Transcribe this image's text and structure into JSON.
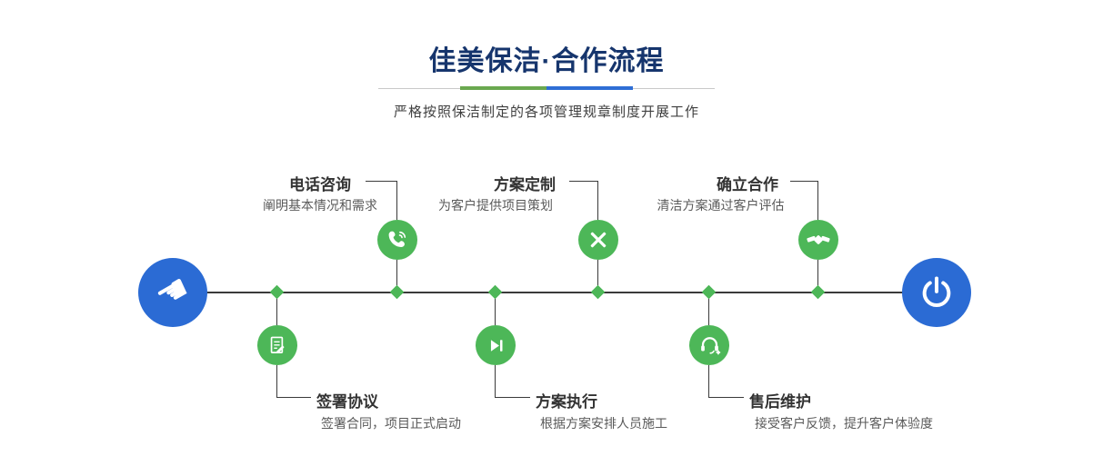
{
  "header": {
    "title": "佳美保洁·合作流程",
    "subtitle": "严格按照保洁制定的各项管理规章制度开展工作",
    "divider_colors": {
      "green": "#6aa84f",
      "blue": "#2e6ed5",
      "gray": "#c9c9c9"
    }
  },
  "flow": {
    "line_color": "#3a3a3a",
    "node_color": "#4db758",
    "endpoint_color": "#2b6bd4",
    "start": {
      "icon": "hand-pointer-icon"
    },
    "end": {
      "icon": "power-icon"
    },
    "steps_top": [
      {
        "title": "电话咨询",
        "desc": "阐明基本情况和需求",
        "icon": "phone-icon"
      },
      {
        "title": "方案定制",
        "desc": "为客户提供项目策划",
        "icon": "design-icon"
      },
      {
        "title": "确立合作",
        "desc": "清洁方案通过客户评估",
        "icon": "handshake-icon"
      }
    ],
    "steps_bottom": [
      {
        "title": "签署协议",
        "desc": "签署合同，项目正式启动",
        "icon": "contract-icon"
      },
      {
        "title": "方案执行",
        "desc": "根据方案安排人员施工",
        "icon": "play-icon"
      },
      {
        "title": "售后维护",
        "desc": "接受客户反馈，提升客户体验度",
        "icon": "headset-icon"
      }
    ]
  }
}
